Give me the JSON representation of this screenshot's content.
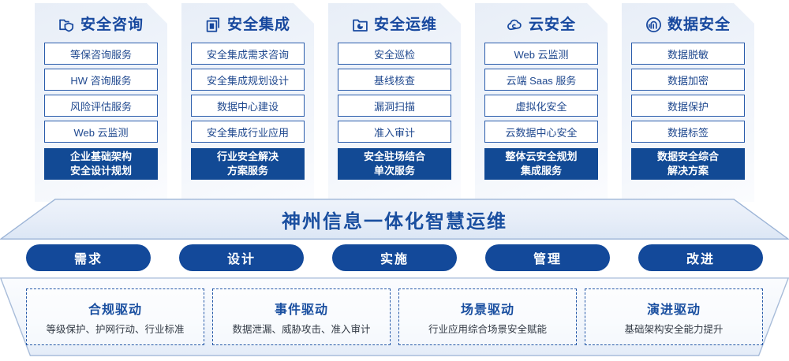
{
  "columns": [
    {
      "icon": "folder-shield-icon",
      "title": "安全咨询",
      "items": [
        "等保咨询服务",
        "HW 咨询服务",
        "风险评估服务",
        "Web 云监测"
      ],
      "highlight": [
        "企业基础架构",
        "安全设计规划"
      ]
    },
    {
      "icon": "document-stack-icon",
      "title": "安全集成",
      "items": [
        "安全集成需求咨询",
        "安全集成规划设计",
        "数据中心建设",
        "安全集成行业应用"
      ],
      "highlight": [
        "行业安全解决",
        "方案服务"
      ]
    },
    {
      "icon": "folder-chart-icon",
      "title": "安全运维",
      "items": [
        "安全巡检",
        "基线核查",
        "漏洞扫描",
        "准入审计"
      ],
      "highlight": [
        "安全驻场结合",
        "单次服务"
      ]
    },
    {
      "icon": "cloud-icon",
      "title": "云安全",
      "items": [
        "Web 云监测",
        "云端 Saas 服务",
        "虚拟化安全",
        "云数据中心安全"
      ],
      "highlight": [
        "整体云安全规划",
        "集成服务"
      ]
    },
    {
      "icon": "fingerprint-icon",
      "title": "数据安全",
      "items": [
        "数据脱敏",
        "数据加密",
        "数据保护",
        "数据标签"
      ],
      "highlight": [
        "数据安全综合",
        "解决方案"
      ]
    }
  ],
  "banner": {
    "text": "神州信息一体化智慧运维"
  },
  "pills": [
    {
      "label": "需求"
    },
    {
      "label": "设计"
    },
    {
      "label": "实施"
    },
    {
      "label": "管理"
    },
    {
      "label": "改进"
    }
  ],
  "drivers": [
    {
      "title": "合规驱动",
      "subtitle": "等级保护、护网行动、行业标准"
    },
    {
      "title": "事件驱动",
      "subtitle": "数据泄漏、威胁攻击、准入审计"
    },
    {
      "title": "场景驱动",
      "subtitle": "行业应用综合场景安全赋能"
    },
    {
      "title": "演进驱动",
      "subtitle": "基础架构安全能力提升"
    }
  ],
  "colors": {
    "brand_blue": "#13499a",
    "title_blue": "#17489e",
    "item_border": "#2a5cab",
    "panel_bg": "#eef3fa"
  }
}
